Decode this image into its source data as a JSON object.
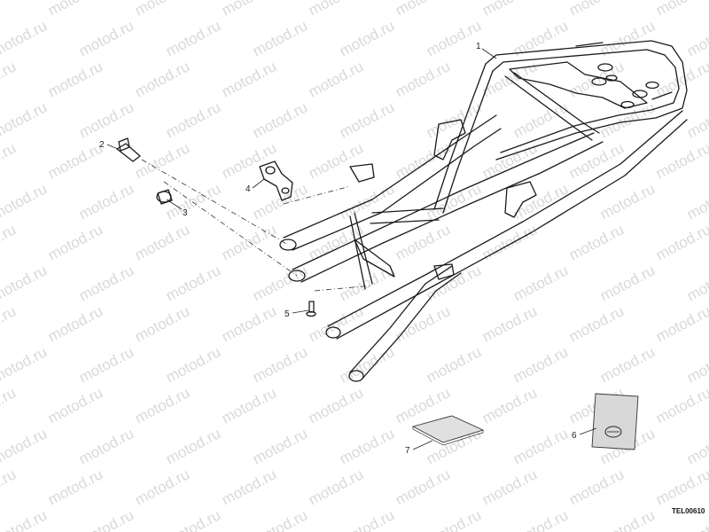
{
  "watermark": {
    "text": "motod.ru"
  },
  "callouts": [
    {
      "id": "1",
      "label": "1"
    },
    {
      "id": "2",
      "label": "2"
    },
    {
      "id": "3",
      "label": "3"
    },
    {
      "id": "4",
      "label": "4"
    },
    {
      "id": "5",
      "label": "5"
    },
    {
      "id": "6",
      "label": "6"
    },
    {
      "id": "7",
      "label": "7"
    }
  ],
  "drawing_code": "TEL00610"
}
